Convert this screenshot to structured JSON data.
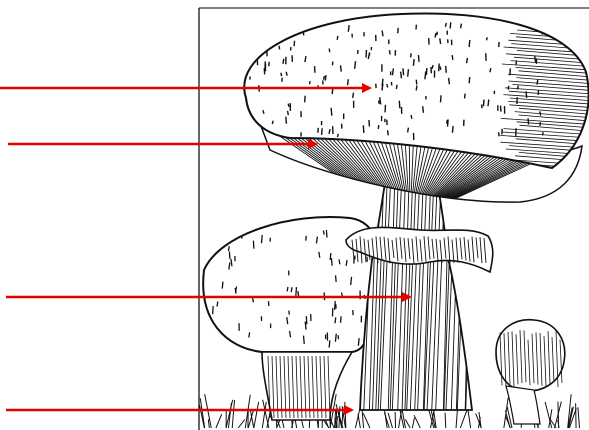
{
  "diagram": {
    "subject": "mushroom-illustration",
    "style": "black-and-white engraving",
    "arrow_color": "#e60000",
    "ink_color": "#111111",
    "arrows": [
      {
        "name": "arrow-cap",
        "points_to": "cap"
      },
      {
        "name": "arrow-gills",
        "points_to": "gills"
      },
      {
        "name": "arrow-stalk",
        "points_to": "stalk"
      },
      {
        "name": "arrow-base",
        "points_to": "base"
      }
    ]
  }
}
